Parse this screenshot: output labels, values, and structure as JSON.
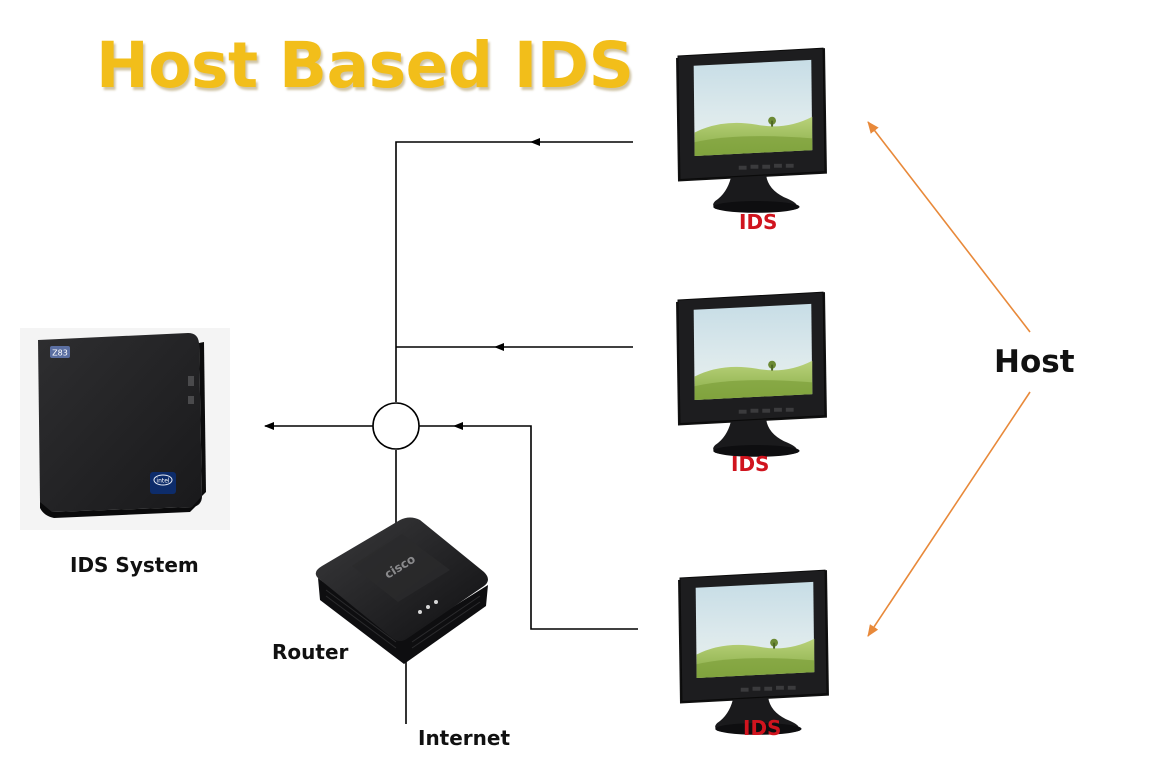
{
  "title": "Host Based IDS",
  "labels": {
    "ids_system": "IDS System",
    "router": "Router",
    "internet": "Internet",
    "host": "Host"
  },
  "hosts": [
    {
      "label": "IDS"
    },
    {
      "label": "IDS"
    },
    {
      "label": "IDS"
    }
  ],
  "device_marks": {
    "ids_box_model": "Z83",
    "ids_box_badge": "intel",
    "router_brand": "cisco"
  },
  "colors": {
    "title": "#f2be1a",
    "ids_label": "#d0141e",
    "host_arrow": "#e8893a",
    "wire": "#000000"
  }
}
